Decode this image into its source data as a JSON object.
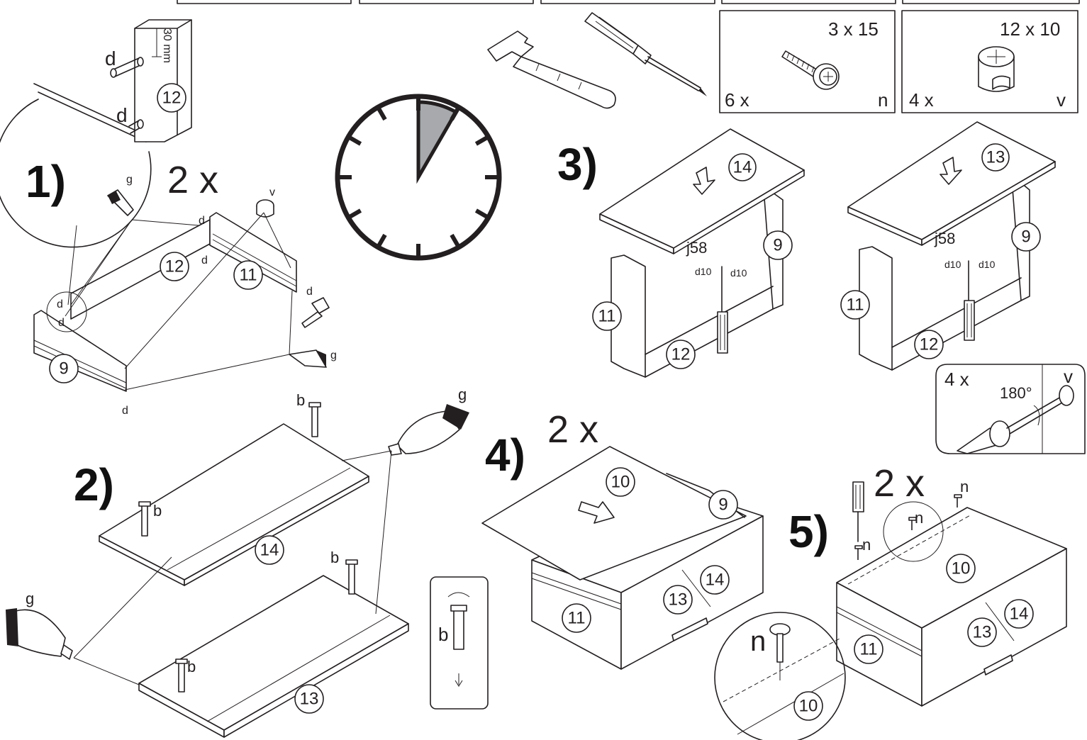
{
  "steps": {
    "s1": "1)",
    "s2": "2)",
    "s3": "3)",
    "s4": "4)",
    "s5": "5)"
  },
  "multipliers": {
    "step1": "2 x",
    "step4": "2 x",
    "step5": "2 x",
    "detail180": "4 x"
  },
  "hardware": {
    "screw": {
      "size": "3 x 15",
      "qty": "6 x",
      "code": "n"
    },
    "cam": {
      "size": "12 x 10",
      "qty": "4 x",
      "code": "v"
    }
  },
  "labels": {
    "d": "d",
    "g": "g",
    "v": "v",
    "b": "b",
    "n": "n",
    "mm30": "30 mm",
    "j58": "j58",
    "d10": "d10",
    "deg180": "180°"
  },
  "parts": {
    "p9": "9",
    "p10": "10",
    "p11": "11",
    "p12": "12",
    "p13": "13",
    "p14": "14"
  },
  "clock": {
    "wedge_start_deg": 0,
    "wedge_end_deg": 30
  },
  "colors": {
    "ink": "#231f20",
    "wedge": "#a7a9ac"
  }
}
